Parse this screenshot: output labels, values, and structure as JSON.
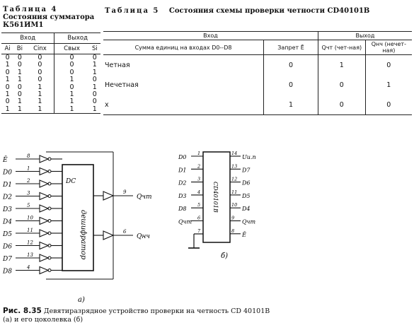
{
  "table4": {
    "caption": "Таблица 4",
    "title": "Состояния сумматора К561ИМ1",
    "header": {
      "input": "Вход",
      "output": "Выход"
    },
    "columns": [
      "Ai",
      "Bi",
      "Cinx",
      "Cвых",
      "Si"
    ],
    "rows": [
      [
        "0",
        "0",
        "0",
        "0",
        "0"
      ],
      [
        "1",
        "0",
        "0",
        "0",
        "1"
      ],
      [
        "0",
        "1",
        "0",
        "0",
        "1"
      ],
      [
        "1",
        "1",
        "0",
        "1",
        "0"
      ],
      [
        "0",
        "0",
        "1",
        "0",
        "1"
      ],
      [
        "1",
        "0",
        "1",
        "1",
        "0"
      ],
      [
        "0",
        "1",
        "1",
        "1",
        "0"
      ],
      [
        "1",
        "1",
        "1",
        "1",
        "1"
      ]
    ]
  },
  "table5": {
    "caption": "Таблица 5",
    "title": "Состояния схемы проверки четности CD40101B",
    "header": {
      "input": "Вход",
      "output": "Выход"
    },
    "columns": [
      "Сумма единиц на входах D0--D8",
      "Запрет Ē",
      "Qчт (чет-ная)",
      "Qнч (нечет-ная)"
    ],
    "rows": [
      [
        "Четная",
        "0",
        "1",
        "0"
      ],
      [
        "Нечетная",
        "0",
        "0",
        "1"
      ],
      [
        "x",
        "1",
        "0",
        "0"
      ]
    ]
  },
  "diagram_a": {
    "inputs": [
      {
        "name": "Ē",
        "pin": "8"
      },
      {
        "name": "D0",
        "pin": "1"
      },
      {
        "name": "D1",
        "pin": "2"
      },
      {
        "name": "D2",
        "pin": "3"
      },
      {
        "name": "D3",
        "pin": "5"
      },
      {
        "name": "D4",
        "pin": "10"
      },
      {
        "name": "D5",
        "pin": "11"
      },
      {
        "name": "D6",
        "pin": "12"
      },
      {
        "name": "D7",
        "pin": "13"
      },
      {
        "name": "D8",
        "pin": "4"
      }
    ],
    "block_label": "DC",
    "decoder_text": "дешифратор",
    "outputs": [
      {
        "name": "Qчт",
        "pin": "9"
      },
      {
        "name": "Qнч",
        "pin": "6"
      }
    ],
    "label": "а)"
  },
  "diagram_b": {
    "chip": "CD40101B",
    "left_pins": [
      {
        "name": "D0",
        "pin": "1"
      },
      {
        "name": "D1",
        "pin": "2"
      },
      {
        "name": "D2",
        "pin": "3"
      },
      {
        "name": "D3",
        "pin": "4"
      },
      {
        "name": "D8",
        "pin": "5"
      },
      {
        "name": "Qчт",
        "pin": "6"
      },
      {
        "name": "",
        "pin": "7"
      }
    ],
    "right_pins": [
      {
        "name": "Uи.п",
        "pin": "14"
      },
      {
        "name": "D7",
        "pin": "13"
      },
      {
        "name": "D6",
        "pin": "12"
      },
      {
        "name": "D5",
        "pin": "11"
      },
      {
        "name": "D4",
        "pin": "10"
      },
      {
        "name": "Qчт",
        "pin": "9"
      },
      {
        "name": "Ē",
        "pin": "8"
      }
    ],
    "label": "б)"
  },
  "figure_caption": {
    "number": "Рис. 8.35",
    "text": "Девятиразрядное устройство проверки на четность CD 40101B (а) и его цоколевка (б)"
  }
}
